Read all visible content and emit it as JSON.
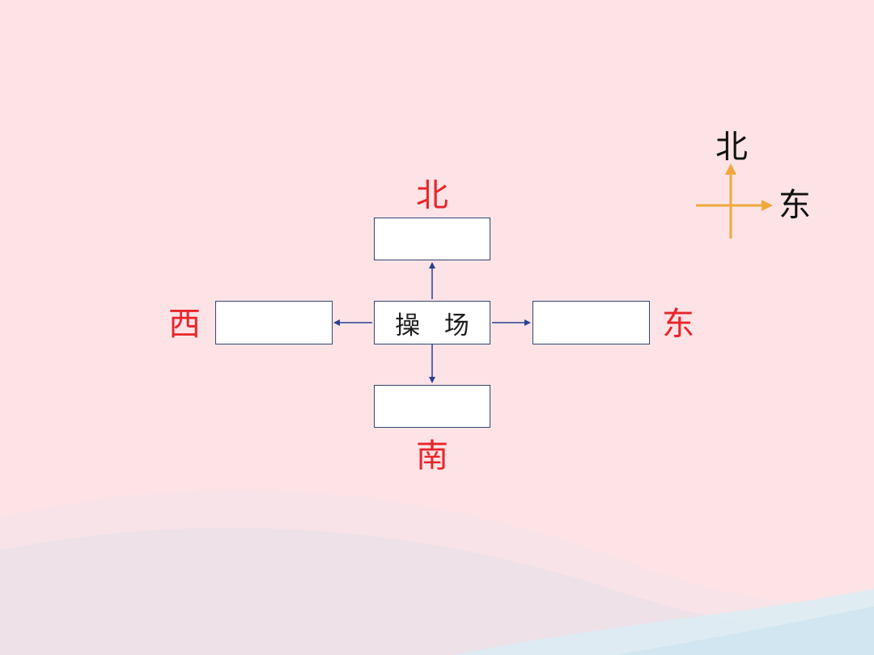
{
  "diagram": {
    "center_label": "操 场",
    "directions": {
      "north": "北",
      "south": "南",
      "east": "东",
      "west": "西"
    },
    "compass": {
      "north": "北",
      "east": "东"
    }
  },
  "colors": {
    "background": "#fde3e6",
    "direction_text": "#e8252a",
    "box_border": "#33456e",
    "arrow": "#2a3f8f",
    "compass": "#f0a83a"
  }
}
